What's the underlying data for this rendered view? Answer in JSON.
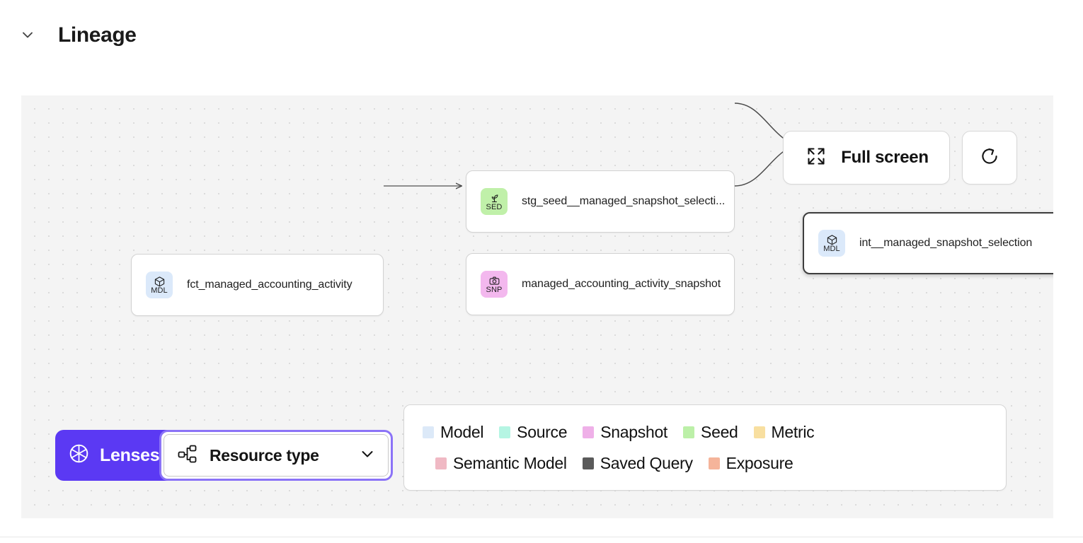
{
  "header": {
    "title": "Lineage",
    "collapse_icon": "chevron-down-icon"
  },
  "toolbar": {
    "fullscreen_label": "Full screen",
    "fullscreen_icon": "expand-arrows-icon",
    "refresh_icon": "refresh-icon"
  },
  "controls": {
    "lenses_label": "Lenses",
    "lenses_icon": "aperture-icon",
    "lenses_bg": "#5b39f3",
    "resource_type_label": "Resource type",
    "resource_type_icon": "hierarchy-icon",
    "resource_type_chevron": "chevron-down-icon",
    "focus_ring_color": "#8b73f7"
  },
  "graph": {
    "nodes": [
      {
        "id": "fct_managed_accounting_activity",
        "label": "fct_managed_accounting_activity",
        "badge_code": "MDL",
        "badge_icon": "cube-icon",
        "badge_color": "#dbe9fa",
        "resource_type": "Model",
        "selected": false
      },
      {
        "id": "stg_seed__managed_snapshot_selection",
        "label": "stg_seed__managed_snapshot_selecti...",
        "badge_code": "SED",
        "badge_icon": "sprout-icon",
        "badge_color": "#c0f0a9",
        "resource_type": "Seed",
        "selected": false
      },
      {
        "id": "managed_accounting_activity_snapshot",
        "label": "managed_accounting_activity_snapshot",
        "badge_code": "SNP",
        "badge_icon": "camera-icon",
        "badge_color": "#f3b8ee",
        "resource_type": "Snapshot",
        "selected": false
      },
      {
        "id": "int__managed_snapshot_selection",
        "label": "int__managed_snapshot_selection",
        "badge_code": "MDL",
        "badge_icon": "cube-icon",
        "badge_color": "#dbe9fa",
        "resource_type": "Model",
        "selected": true
      }
    ],
    "edges": [
      {
        "from": "fct_managed_accounting_activity",
        "to": "managed_accounting_activity_snapshot"
      },
      {
        "from": "stg_seed__managed_snapshot_selection",
        "to": "int__managed_snapshot_selection"
      },
      {
        "from": "managed_accounting_activity_snapshot",
        "to": "int__managed_snapshot_selection"
      }
    ]
  },
  "legend": {
    "row_1": [
      {
        "label": "Model",
        "color": "#dce9f8"
      },
      {
        "label": "Source",
        "color": "#b5f5e3"
      },
      {
        "label": "Snapshot",
        "color": "#efb0e8"
      },
      {
        "label": "Seed",
        "color": "#bcf0a8"
      },
      {
        "label": "Metric",
        "color": "#f8dfa0"
      }
    ],
    "row_2": [
      {
        "label": "Semantic Model",
        "color": "#f0b9c4"
      },
      {
        "label": "Saved Query",
        "color": "#5a5a5a"
      },
      {
        "label": "Exposure",
        "color": "#f5b49a"
      }
    ]
  }
}
